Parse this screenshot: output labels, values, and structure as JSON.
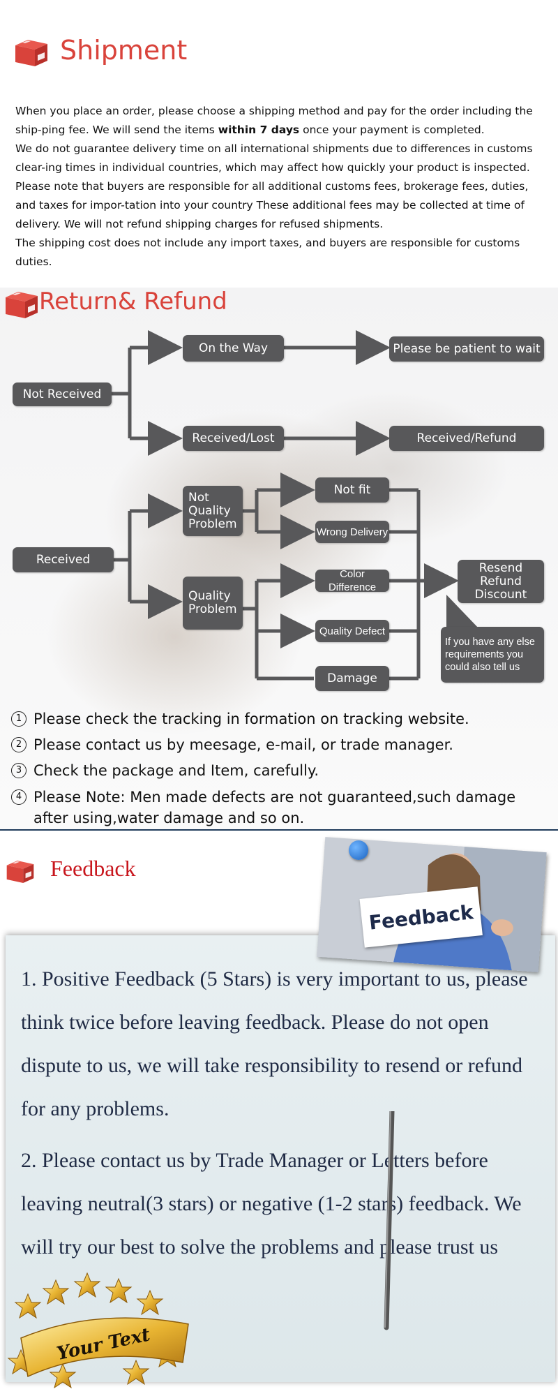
{
  "shipment": {
    "title": "Shipment",
    "p1_before": "When you place an order, please choose a shipping method and pay for the order including the ship-ping fee. We will send the items ",
    "p1_bold": "within 7 days",
    "p1_after": " once your payment is completed.",
    "p2": "We do not guarantee delivery time on all international shipments due to differences in customs clear-ing times in individual countries, which may affect how quickly your product is inspected. Please note that buyers are responsible for all additional customs fees, brokerage fees, duties, and taxes for impor-tation into your country These additional fees may be collected at time of delivery. We will not refund shipping charges for refused shipments.",
    "p3": "The shipping cost does not include any import taxes, and buyers are responsible for customs duties."
  },
  "refund": {
    "title": "Return& Refund",
    "nodes": {
      "not_received": "Not Received",
      "on_the_way": "On the Way",
      "be_patient": "Please be patient to wait",
      "received_lost": "Received/Lost",
      "received_refund": "Received/Refund",
      "received": "Received",
      "not_quality_problem": "Not Quality Problem",
      "quality_problem": "Quality Problem",
      "not_fit": "Not fit",
      "wrong_delivery": "Wrong Delivery",
      "color_difference": "Color Difference",
      "quality_defect": "Quality Defect",
      "damage": "Damage",
      "resend_refund_discount": "Resend Refund Discount",
      "else_requirements": "If you have any else requirements you could also tell us"
    },
    "notes": [
      {
        "num": "1",
        "text": "Please check the tracking in formation on tracking website."
      },
      {
        "num": "2",
        "text": "Please contact us by meesage, e-mail, or trade manager."
      },
      {
        "num": "3",
        "text": "Check the package and Item, carefully."
      },
      {
        "num": "4",
        "text": "Please Note: Men made defects  are not guaranteed,such damage after using,water damage and so on."
      }
    ]
  },
  "feedback": {
    "title": "Feedback",
    "card_text": "Feedback",
    "p1": "1. Positive Feedback (5 Stars) is very important to us, please think twice before leaving feedback. Please do not open dispute to us,   we will take responsibility to resend or refund for any problems.",
    "p2": "2. Please contact us by Trade Manager or Letters before leaving neutral(3 stars) or negative (1-2 stars) feedback. We will try our best to solve the problems and please trust us",
    "badge_text": "Your Text"
  },
  "colors": {
    "title_red": "#d9433b",
    "node_gray": "#58585a",
    "feedback_red": "#c8161d",
    "panel_bg": "#e4ecee"
  }
}
